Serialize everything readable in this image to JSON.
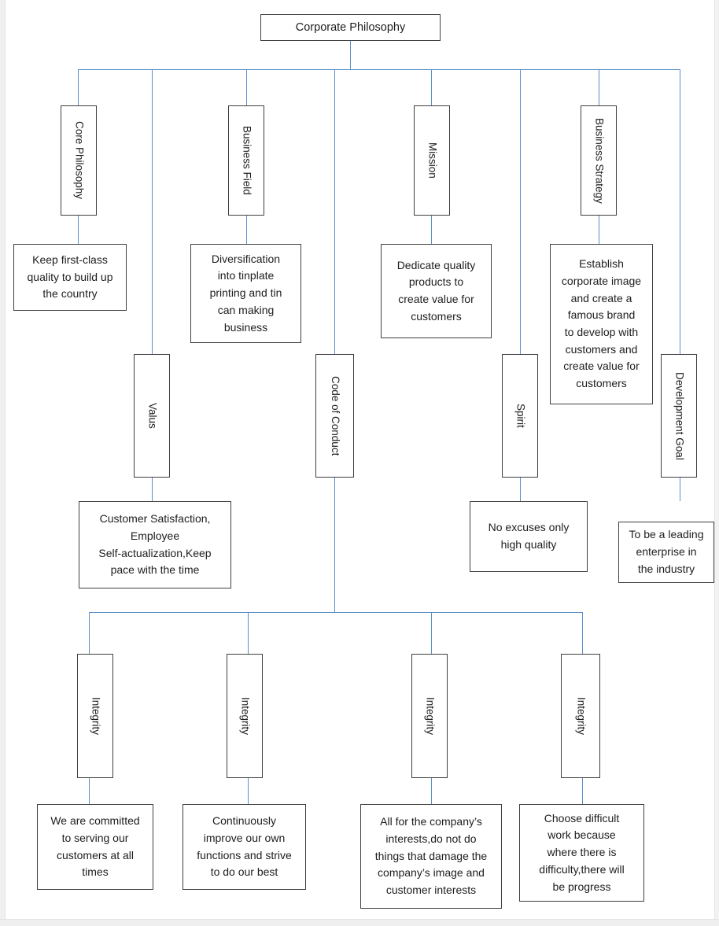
{
  "diagram": {
    "title": "Corporate Philosophy",
    "type": "organizational-hierarchy-chart",
    "colors": {
      "connector": "#5b8fc9",
      "box_border": "#3f3f3f",
      "box_fill": "#ffffff",
      "text": "#1d1d1d",
      "page_background": "#ffffff"
    },
    "root": {
      "label": "Corporate Philosophy"
    },
    "pillars": [
      {
        "key": "core-philosophy",
        "label": "Core Philosophy",
        "orientation": "vertical",
        "detail": "Keep first-class\nquality to build up\nthe country"
      },
      {
        "key": "valus",
        "label": "Valus",
        "orientation": "vertical",
        "detail": "Customer Satisfaction,\nEmployee\nSelf-actualization,Keep\npace with the time"
      },
      {
        "key": "business-field",
        "label": "Business Field",
        "orientation": "vertical",
        "detail": "Diversification\ninto tinplate\nprinting and tin\ncan making\nbusiness"
      },
      {
        "key": "code-of-conduct",
        "label": "Code of Conduct",
        "orientation": "vertical",
        "detail": null
      },
      {
        "key": "mission",
        "label": "Mission",
        "orientation": "vertical",
        "detail": "Dedicate quality\nproducts to\ncreate value for\ncustomers"
      },
      {
        "key": "spirit",
        "label": "Spirit",
        "orientation": "vertical",
        "detail": "No excuses only\nhigh quality"
      },
      {
        "key": "business-strategy",
        "label": "Business Strategy",
        "orientation": "vertical",
        "detail": "Establish\ncorporate image\nand create a\nfamous brand\nto develop with\ncustomers and\ncreate value for\ncustomers"
      },
      {
        "key": "development-goal",
        "label": "Development Goal",
        "orientation": "vertical",
        "detail": "To be a leading\nenterprise in\nthe industry"
      }
    ],
    "conduct_children": [
      {
        "key": "integrity-1",
        "label": "Integrity",
        "orientation": "vertical",
        "detail": "We are committed\nto serving our\ncustomers at all\ntimes"
      },
      {
        "key": "integrity-2",
        "label": "Integrity",
        "orientation": "vertical",
        "detail": "Continuously\nimprove our own\nfunctions and strive\nto do our best"
      },
      {
        "key": "integrity-3",
        "label": "Integrity",
        "orientation": "vertical",
        "detail": "All for the company’s\ninterests,do not do\nthings that damage the\ncompany’s image and\ncustomer interests"
      },
      {
        "key": "integrity-4",
        "label": "Integrity",
        "orientation": "vertical",
        "detail": "Choose difficult\nwork because\nwhere there is\ndifficulty,there will\nbe progress"
      }
    ]
  }
}
